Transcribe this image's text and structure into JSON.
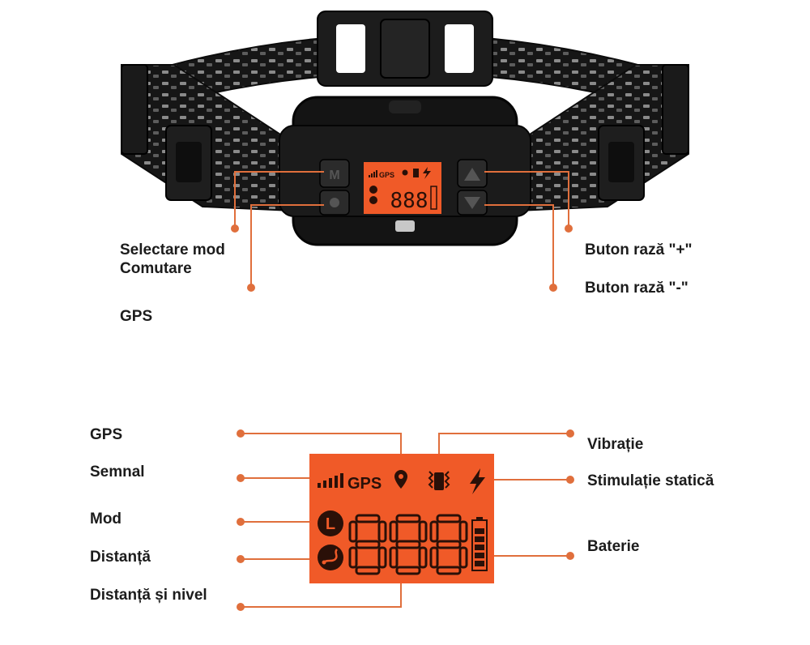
{
  "colors": {
    "accent": "#e06f3c",
    "lcd": "#f05a28",
    "lcd_dark": "#2a1008",
    "collar": "#1b1b1b",
    "text": "#1c1c1c"
  },
  "collar_labels": {
    "mode_switch": "Selectare mod",
    "mode_switch_2": "Comutare",
    "gps": "GPS",
    "range_plus": "Buton rază \"+\"",
    "range_minus": "Buton rază \"-\""
  },
  "screen_labels": {
    "gps": "GPS",
    "signal": "Semnal",
    "mode": "Mod",
    "distance": "Distanță",
    "distance_level": "Distanță și nivel",
    "vibration": "Vibrație",
    "static": "Stimulație statică",
    "battery": "Baterie"
  },
  "lcd": {
    "gps_text": "GPS",
    "digits": "888",
    "mode_letter": "L",
    "mini_gps": "GPS",
    "button_m": "M"
  },
  "icons": {
    "signal": "signal-bars-icon",
    "location": "location-pin-icon",
    "vibration": "vibration-icon",
    "static": "lightning-icon",
    "mode": "mode-L-icon",
    "distance": "distance-route-icon",
    "battery": "battery-icon"
  }
}
